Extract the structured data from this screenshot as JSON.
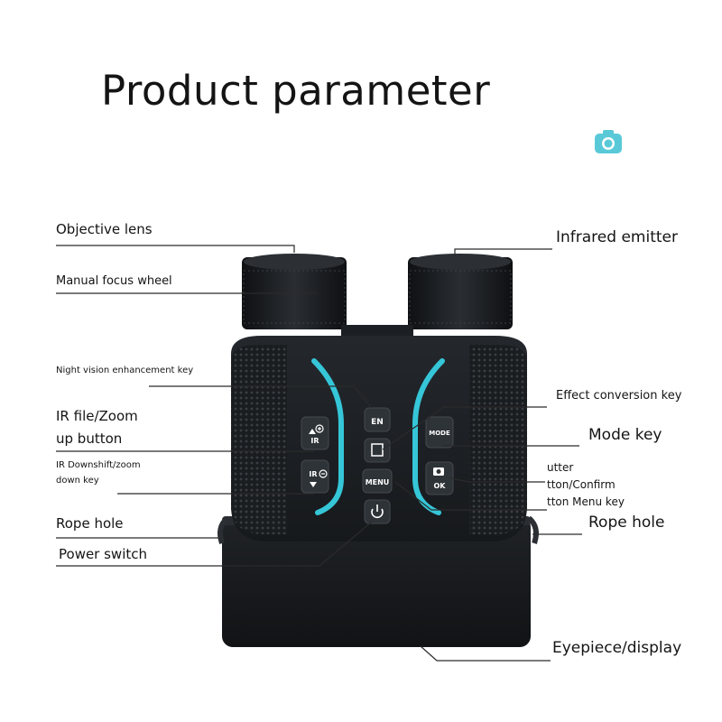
{
  "title": "Product parameter",
  "colors": {
    "accent": "#35c6d8",
    "device": "#1b1e22",
    "label_text": "#141414"
  },
  "icons": {
    "top_right": "camera-icon",
    "power": "power-icon",
    "plus": "zoom-in-icon",
    "minus": "zoom-out-icon",
    "camera": "photo-icon"
  },
  "labels": {
    "objective_lens": "Objective lens",
    "manual_focus_wheel": "Manual focus wheel",
    "night_vision_key": "Night vision enhancement key",
    "ir_zoom_up_line1": "IR file/Zoom",
    "ir_zoom_up_line2": "up button",
    "ir_down_line1": "IR Downshift/zoom",
    "ir_down_line2": "down key",
    "rope_hole_left": "Rope hole",
    "power_switch": "Power switch",
    "infrared_emitter": "Infrared emitter",
    "effect_conversion_key": "Effect conversion key",
    "mode_key": "Mode key",
    "shutter_line1": "utter",
    "shutter_line2": "tton/Confirm",
    "shutter_line3": "tton Menu key",
    "rope_hole_right": "Rope hole",
    "eyepiece_display": "Eyepiece/display"
  },
  "buttons": {
    "en": "EN",
    "ir_up": "IR",
    "ir_down": "IR",
    "mode": "MODE",
    "menu": "MENU",
    "ok": "OK"
  }
}
